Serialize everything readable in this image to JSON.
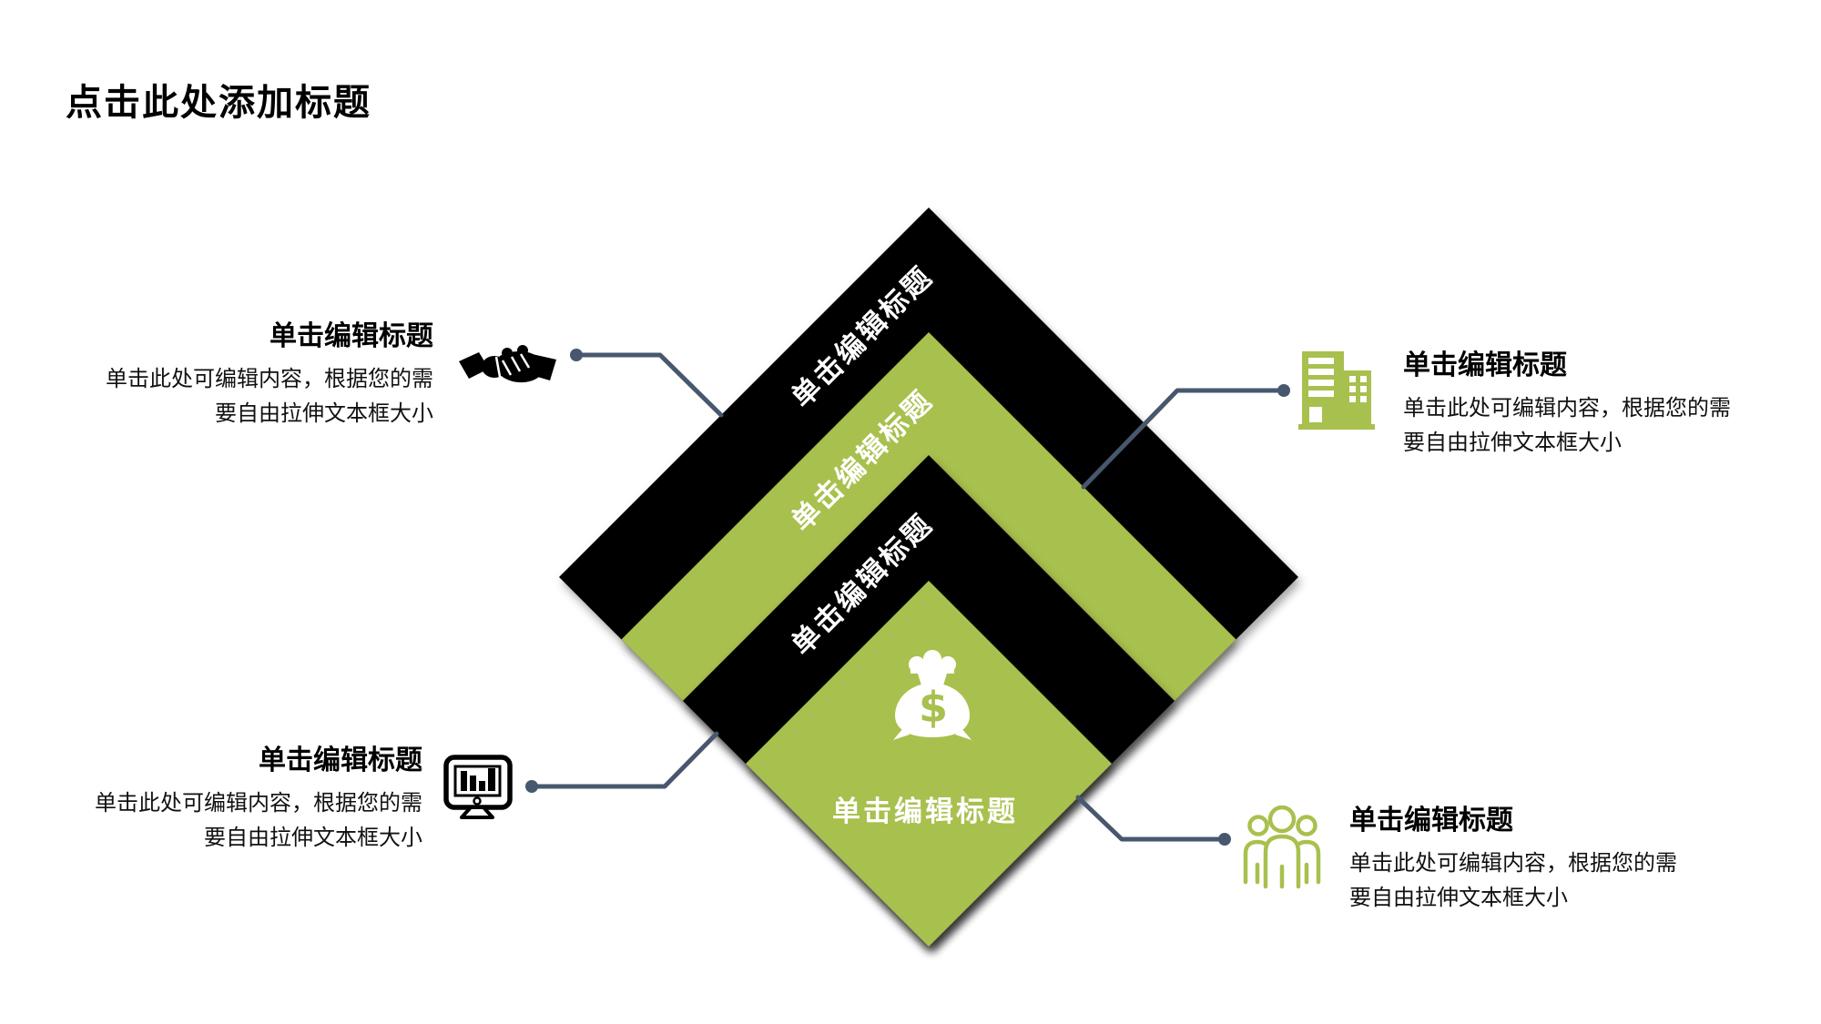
{
  "slide": {
    "title": "点击此处添加标题",
    "background": "#ffffff"
  },
  "colors": {
    "accent_green": "#a8c04e",
    "shape_black": "#000000",
    "connector": "#47586e",
    "label_white": "#ffffff",
    "body_text": "#111111"
  },
  "diamond": {
    "layers": [
      {
        "label": "单击编辑标题",
        "color": "#000000"
      },
      {
        "label": "单击编辑标题",
        "color": "#a8c04e"
      },
      {
        "label": "单击编辑标题",
        "color": "#000000"
      },
      {
        "label": "单击编辑标题",
        "color": "#a8c04e"
      }
    ],
    "center_label": "单击编辑标题",
    "center_icon": "money-bag-icon",
    "money_bag_dollar": "$"
  },
  "callouts": [
    {
      "position": "top-left",
      "icon": "handshake-icon",
      "heading": "单击编辑标题",
      "body_line1": "单击此处可编辑内容，根据您的需",
      "body_line2": "要自由拉伸文本框大小"
    },
    {
      "position": "top-right",
      "icon": "building-icon",
      "heading": "单击编辑标题",
      "body_line1": "单击此处可编辑内容，根据您的需",
      "body_line2": "要自由拉伸文本框大小"
    },
    {
      "position": "bottom-left",
      "icon": "monitor-chart-icon",
      "heading": "单击编辑标题",
      "body_line1": "单击此处可编辑内容，根据您的需",
      "body_line2": "要自由拉伸文本框大小"
    },
    {
      "position": "bottom-right",
      "icon": "people-icon",
      "heading": "单击编辑标题",
      "body_line1": "单击此处可编辑内容，根据您的需",
      "body_line2": "要自由拉伸文本框大小"
    }
  ]
}
